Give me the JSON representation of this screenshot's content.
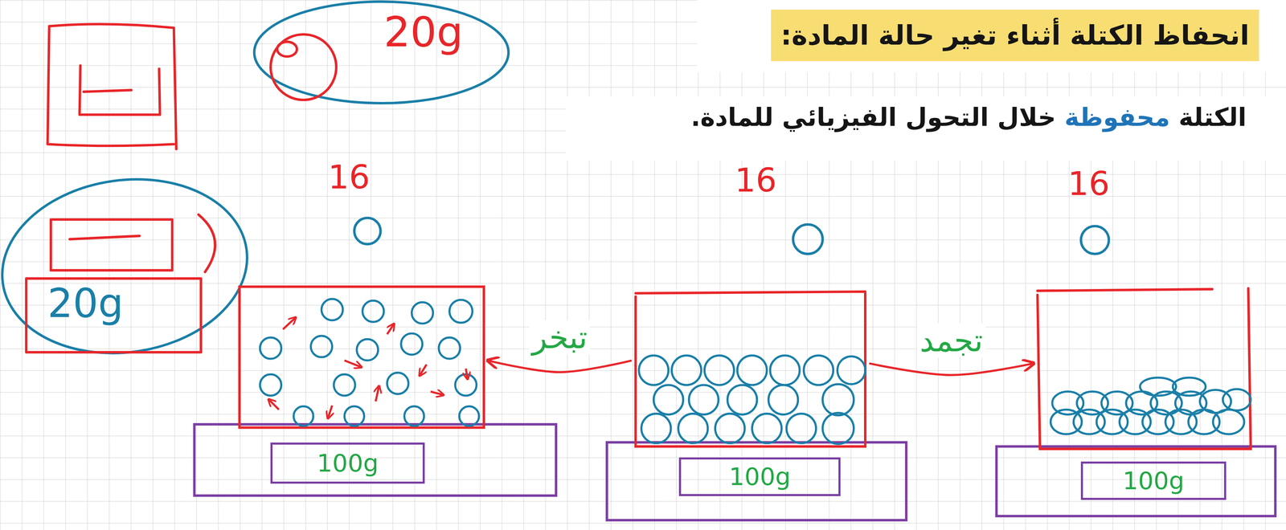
{
  "diagram": {
    "title": "انحفاظ الكتلة أثناء تغير حالة المادة:",
    "caption": "الكتلة محفوظة خلال التحول الفيزيائي للمادة.",
    "nodes": [
      {
        "text": [
          "100g"
        ]
      },
      {
        "text": [
          "100g"
        ]
      },
      {
        "text": [
          "100g"
        ]
      }
    ],
    "edges": [
      {
        "from": 1,
        "to": 0,
        "label": "تبخر",
        "arrow": "to"
      },
      {
        "from": 1,
        "to": 2,
        "label": "تجمد",
        "arrow": "to"
      }
    ],
    "labels": [
      "20g",
      "20g",
      "16",
      "16",
      "16"
    ]
  }
}
